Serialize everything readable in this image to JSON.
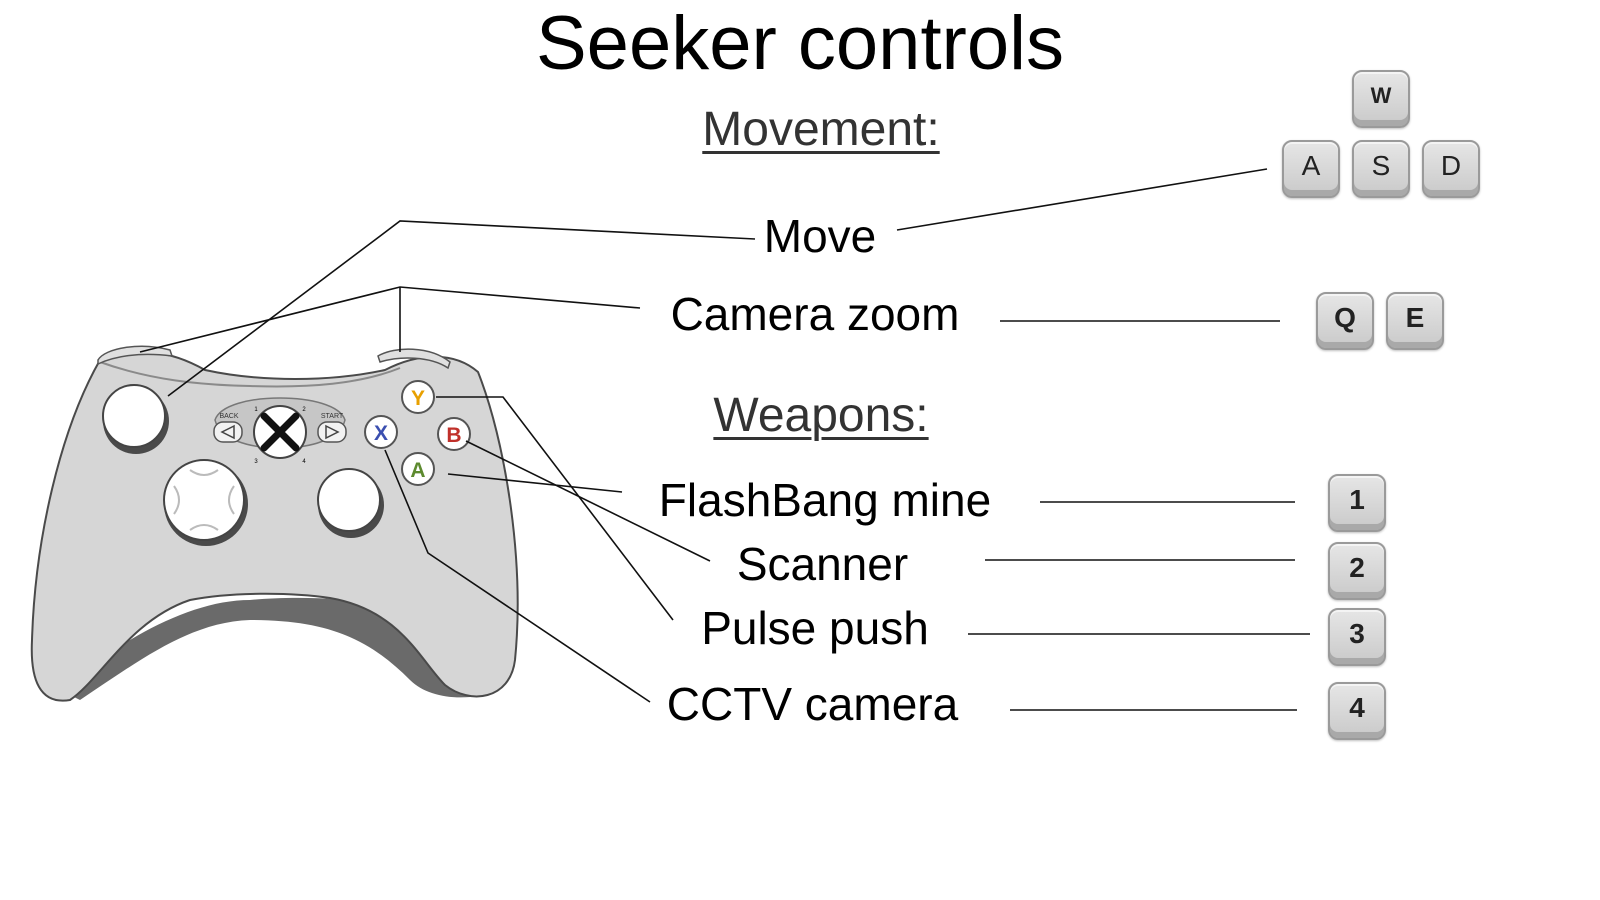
{
  "title": "Seeker controls",
  "sections": {
    "movement": "Movement:",
    "weapons": "Weapons:"
  },
  "controls": {
    "move": {
      "label": "Move",
      "keys": [
        "W",
        "A",
        "S",
        "D"
      ]
    },
    "camera_zoom": {
      "label": "Camera zoom",
      "keys": [
        "Q",
        "E"
      ]
    },
    "flashbang_mine": {
      "label": "FlashBang mine",
      "key": "1",
      "button": "A"
    },
    "scanner": {
      "label": "Scanner",
      "key": "2",
      "button": "B"
    },
    "pulse_push": {
      "label": "Pulse push",
      "key": "3",
      "button": "Y"
    },
    "cctv_camera": {
      "label": "CCTV camera",
      "key": "4",
      "button": "X"
    }
  },
  "controller": {
    "back_label": "BACK",
    "start_label": "START",
    "quadrants": [
      "1",
      "2",
      "3",
      "4"
    ],
    "buttons": {
      "y": "Y",
      "b": "B",
      "a": "A",
      "x": "X"
    },
    "button_colors": {
      "y": "#e8a000",
      "b": "#c0302a",
      "a": "#5d8a2f",
      "x": "#3b4fb0"
    },
    "body_color": "#d6d6d6",
    "shadow_color": "#6a6a6a"
  }
}
